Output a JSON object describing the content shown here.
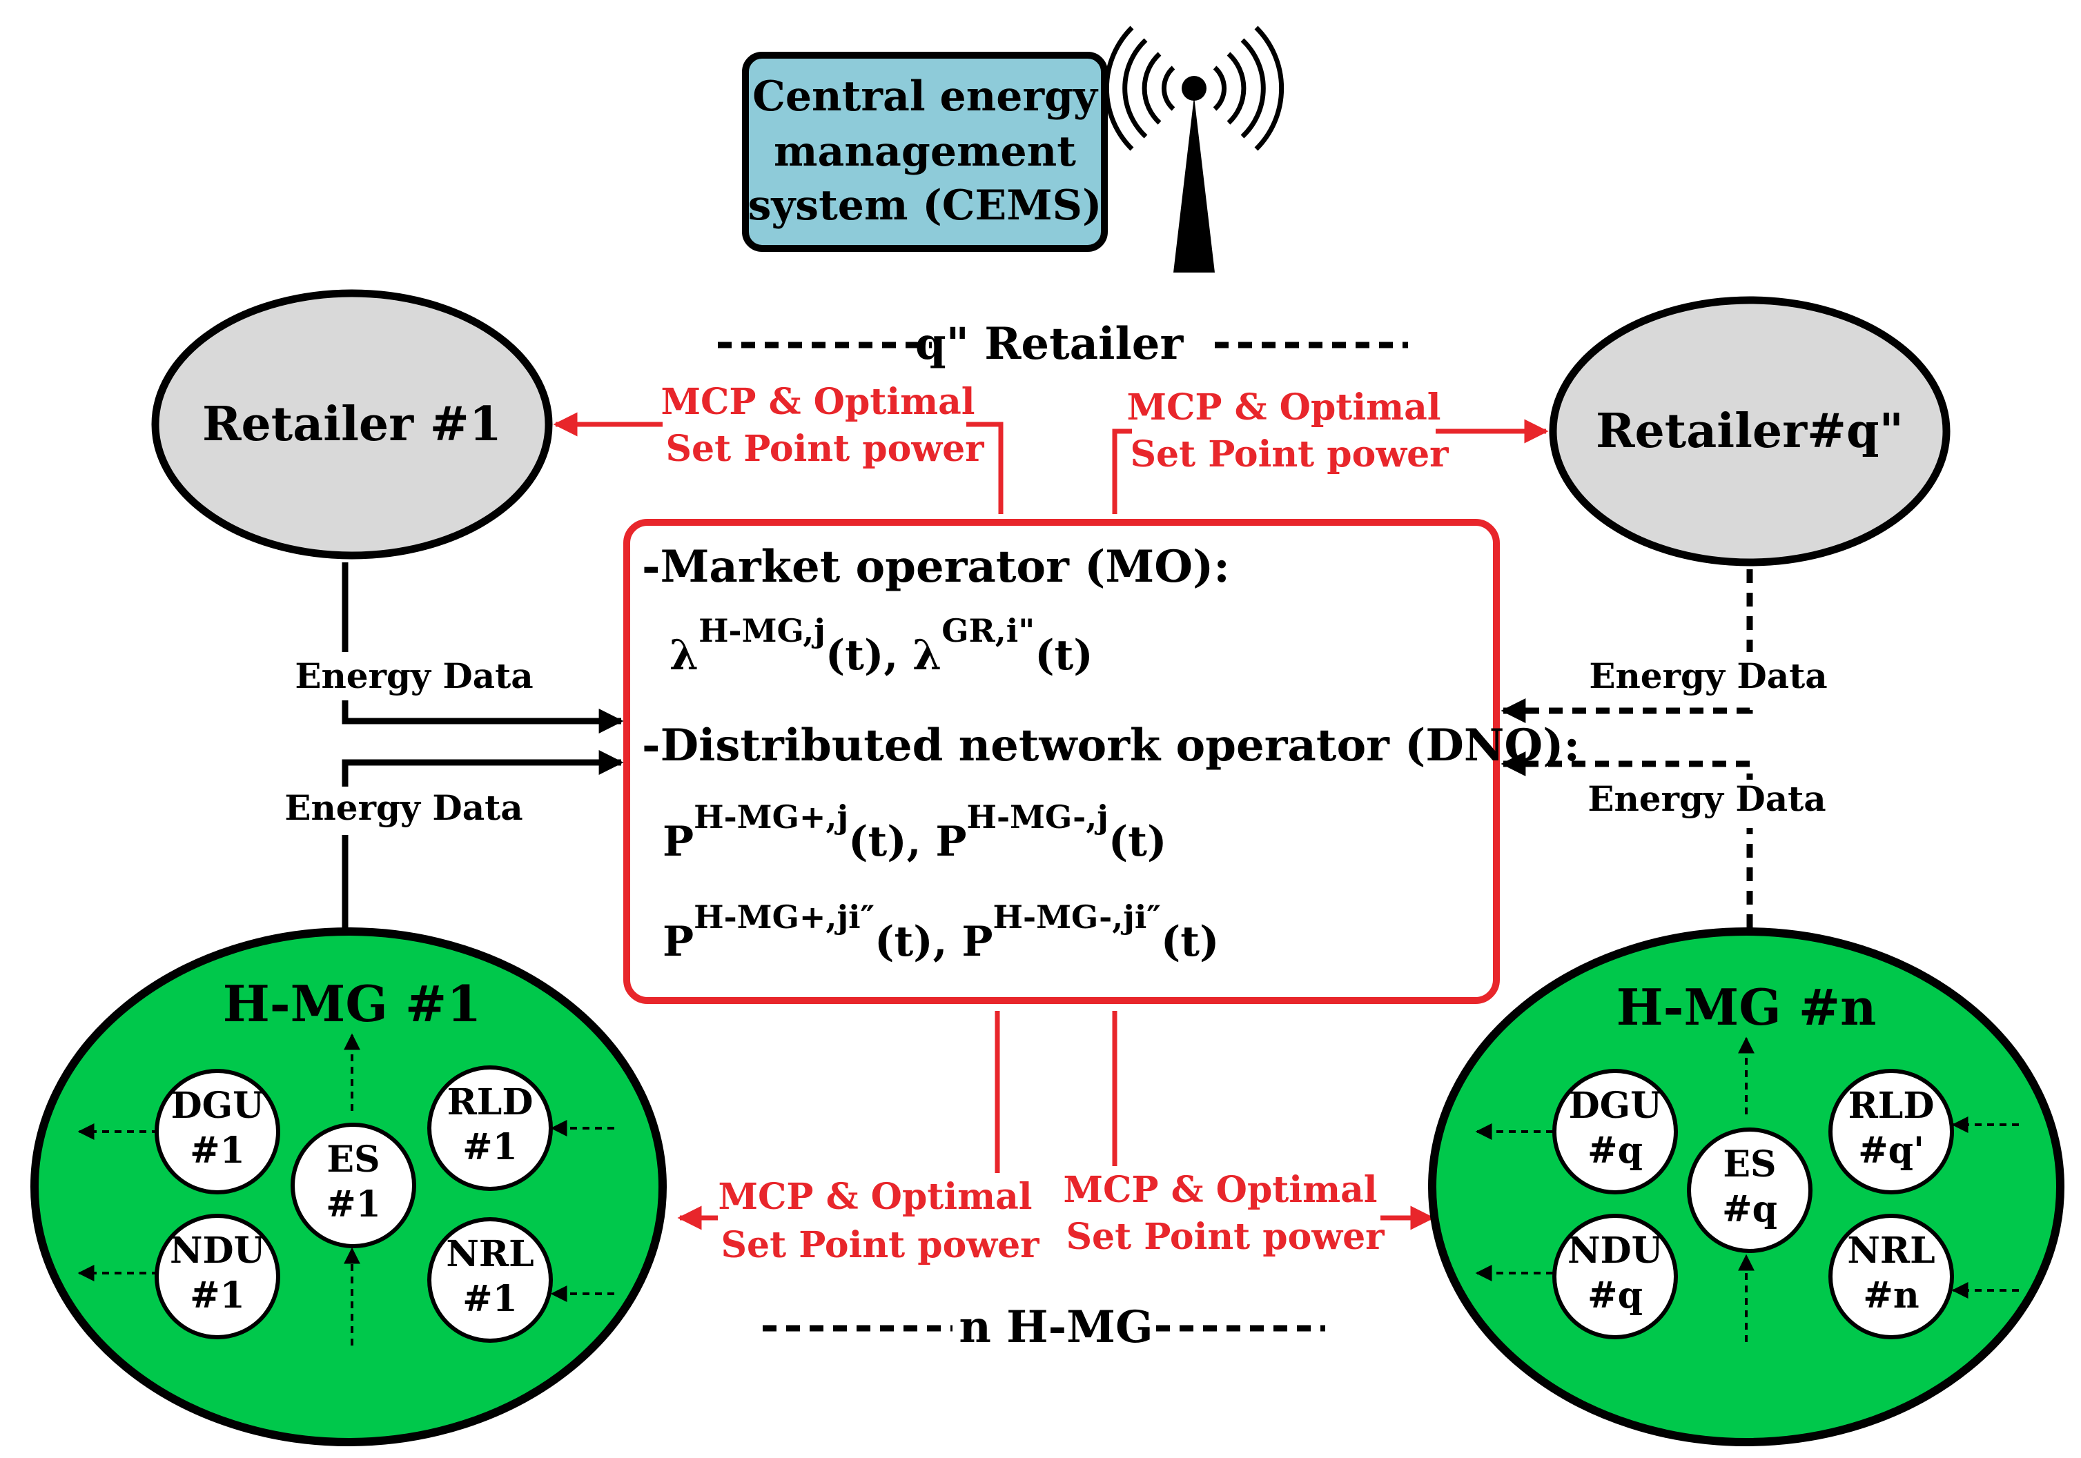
{
  "cems": {
    "lines": [
      "Central energy",
      "management",
      "system (CEMS)"
    ],
    "fill": "#8ecbd9"
  },
  "retailer_header": "q\" Retailer",
  "hmg_footer": "n H-MG",
  "retailers": [
    {
      "label": "Retailer #1"
    },
    {
      "label": "Retailer#q\""
    }
  ],
  "mcp_label": [
    "MCP & Optimal",
    "Set Point power"
  ],
  "energy_data_label": "Energy Data",
  "operator_box": {
    "mo_title": "-Market operator (MO):",
    "mo_formula": [
      {
        "base": "λ",
        "sup": "H-MG,j",
        "tail": "(t), "
      },
      {
        "base": "λ",
        "sup": "GR,i\"",
        "tail": "(t)"
      }
    ],
    "dno_title": "-Distributed network operator (DNO):",
    "dno_formula_1": [
      {
        "base": "P",
        "sup": "H-MG+,j",
        "tail": "(t), "
      },
      {
        "base": "P",
        "sup": "H-MG-,j",
        "tail": "(t)"
      }
    ],
    "dno_formula_2": [
      {
        "base": "P",
        "sup": "H-MG+,ji″",
        "tail": "(t), "
      },
      {
        "base": "P",
        "sup": "H-MG-,ji″",
        "tail": "(t)"
      }
    ]
  },
  "hmgs": [
    {
      "title": "H-MG #1",
      "units": {
        "dgu": [
          "DGU",
          "#1"
        ],
        "ndu": [
          "NDU",
          "#1"
        ],
        "es": [
          "ES",
          "#1"
        ],
        "rld": [
          "RLD",
          "#1"
        ],
        "nrl": [
          "NRL",
          "#1"
        ]
      }
    },
    {
      "title": "H-MG #n",
      "units": {
        "dgu": [
          "DGU",
          "#q"
        ],
        "ndu": [
          "NDU",
          "#q"
        ],
        "es": [
          "ES",
          "#q"
        ],
        "rld": [
          "RLD",
          "#q'"
        ],
        "nrl": [
          "NRL",
          "#n"
        ]
      }
    }
  ],
  "colors": {
    "hmg_fill": "#00c84b",
    "retailer_fill": "#d9d9d9",
    "red": "#e8262b"
  },
  "icons": {
    "antenna": "antenna-tower-icon"
  }
}
